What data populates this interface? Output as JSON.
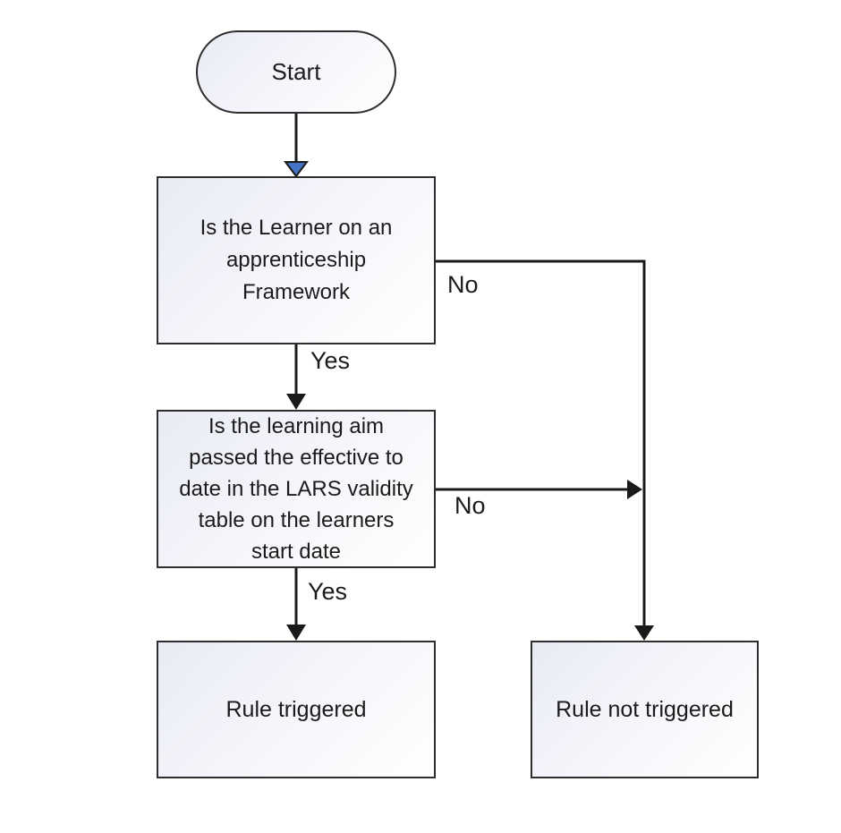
{
  "colors": {
    "background": "#ffffff",
    "node_border": "#2e2e2e",
    "node_fill_light": "#e9ebf4",
    "node_fill_white": "#ffffff",
    "connector": "#1a1a1a",
    "arrowhead_accent_fill": "#4472c4",
    "text": "#1b1b1b"
  },
  "nodes": {
    "start": {
      "label": "Start"
    },
    "question1": {
      "label": "Is the Learner on an\napprenticeship\nFramework"
    },
    "question2": {
      "label": "Is the learning aim\npassed the effective to\ndate in the LARS validity\ntable on the learners\nstart date"
    },
    "outcome_triggered": {
      "label": "Rule triggered"
    },
    "outcome_not_triggered": {
      "label": "Rule not triggered"
    }
  },
  "edges": {
    "q1_yes": {
      "label": "Yes"
    },
    "q1_no": {
      "label": "No"
    },
    "q2_yes": {
      "label": "Yes"
    },
    "q2_no": {
      "label": "No"
    }
  }
}
